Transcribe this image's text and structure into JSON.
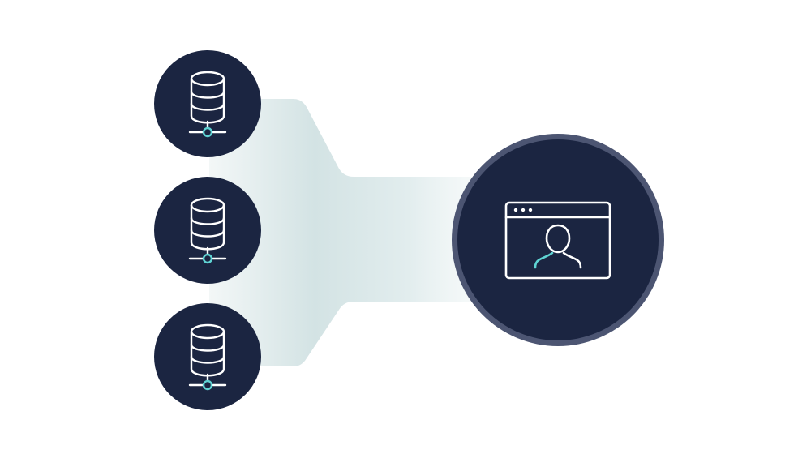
{
  "diagram": {
    "sources": [
      {
        "id": "database-server-1",
        "icon": "database-server-icon"
      },
      {
        "id": "database-server-2",
        "icon": "database-server-icon"
      },
      {
        "id": "database-server-3",
        "icon": "database-server-icon"
      }
    ],
    "target": {
      "id": "user-browser-window",
      "icon": "browser-user-icon"
    },
    "colors": {
      "node_fill": "#1b2541",
      "node_ring": "#4c5572",
      "icon_stroke": "#ffffff",
      "icon_accent": "#5fd3d3",
      "funnel_light": "#f1f6f6",
      "funnel_mid": "#d6e5e6"
    }
  }
}
